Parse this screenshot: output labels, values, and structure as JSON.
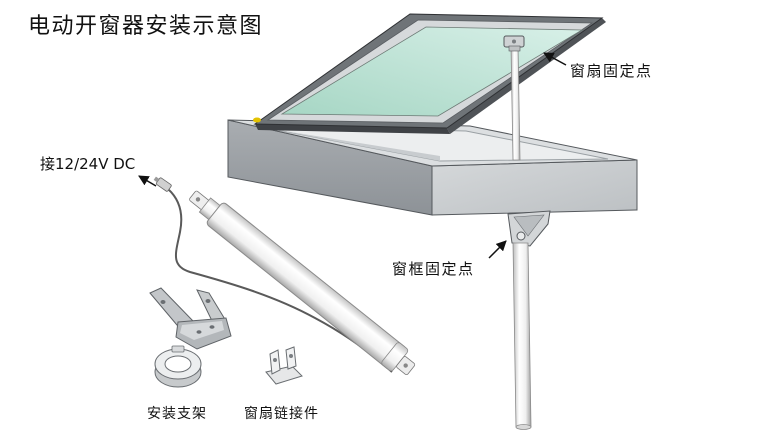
{
  "title": "电动开窗器安装示意图",
  "labels": {
    "sash_fixing_point": "窗扇固定点",
    "power_input": "接12/24V DC",
    "frame_fixing_point": "窗框固定点",
    "mounting_bracket": "安装支架",
    "sash_connector": "窗扇链接件"
  },
  "colors": {
    "annotation": "#111111",
    "hinge_marker": "#e3c200",
    "glass_dark": "#a6d6c4",
    "glass_light": "#d8f0e8"
  }
}
